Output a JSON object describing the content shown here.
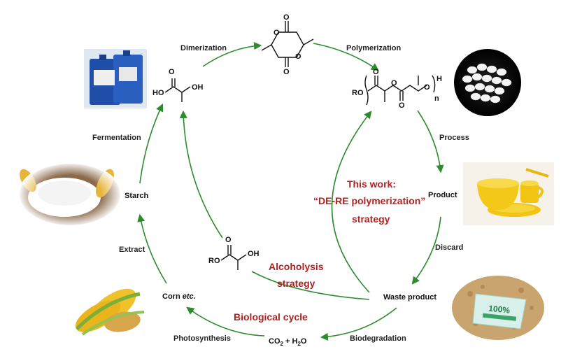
{
  "colors": {
    "arrow": "#2e8b2e",
    "highlight": "#b22222",
    "text": "#222222"
  },
  "steps": {
    "dimerization": "Dimerization",
    "polymerization": "Polymerization",
    "process": "Process",
    "discard": "Discard",
    "biodegradation": "Biodegradation",
    "photosynthesis": "Photosynthesis",
    "extract": "Extract",
    "fermentation": "Fermentation"
  },
  "nodes": {
    "product": "Product",
    "waste_product": "Waste product",
    "starch": "Starch",
    "corn": "Corn",
    "corn_etc": "etc.",
    "co2": "CO",
    "co2_sub": "2",
    "plus": "+",
    "h2o_h": "H",
    "h2o_sub": "2",
    "h2o_o": "O"
  },
  "chem": {
    "ho_left": "HO",
    "oh_right": "OH",
    "ro_polymer": "RO",
    "n_sub": "n",
    "h_end": "H",
    "ro_ester": "RO",
    "oh_ester": "OH",
    "o": "O"
  },
  "strategies": {
    "this_work_1": "This work:",
    "this_work_2": "“DE-RE polymerization”",
    "this_work_3": "strategy",
    "alcoholysis_1": "Alcoholysis",
    "alcoholysis_2": "strategy",
    "biological": "Biological cycle"
  },
  "images": {
    "drums": "barrel-containers",
    "pellets": "pla-pellets",
    "tableware": "yellow-tableware",
    "waste": "waste-packaging",
    "waste_badge": "100%",
    "starch": "starch-powder",
    "corn": "corn-cobs"
  }
}
